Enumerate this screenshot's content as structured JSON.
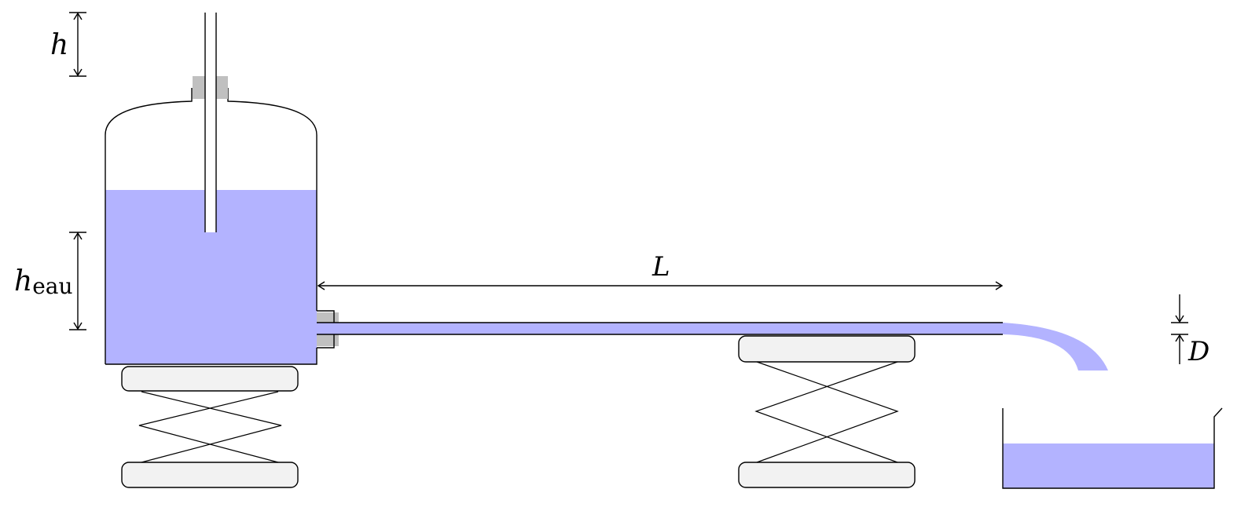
{
  "diagram": {
    "labels": {
      "h": "h",
      "h_eau_main": "h",
      "h_eau_sub": "eau",
      "L": "L",
      "D": "D"
    },
    "colors": {
      "water": "#b3b3ff",
      "gasket": "#c0c0c0",
      "jack_pad": "#f2f2f2",
      "stroke": "#000000",
      "background": "#ffffff"
    }
  }
}
